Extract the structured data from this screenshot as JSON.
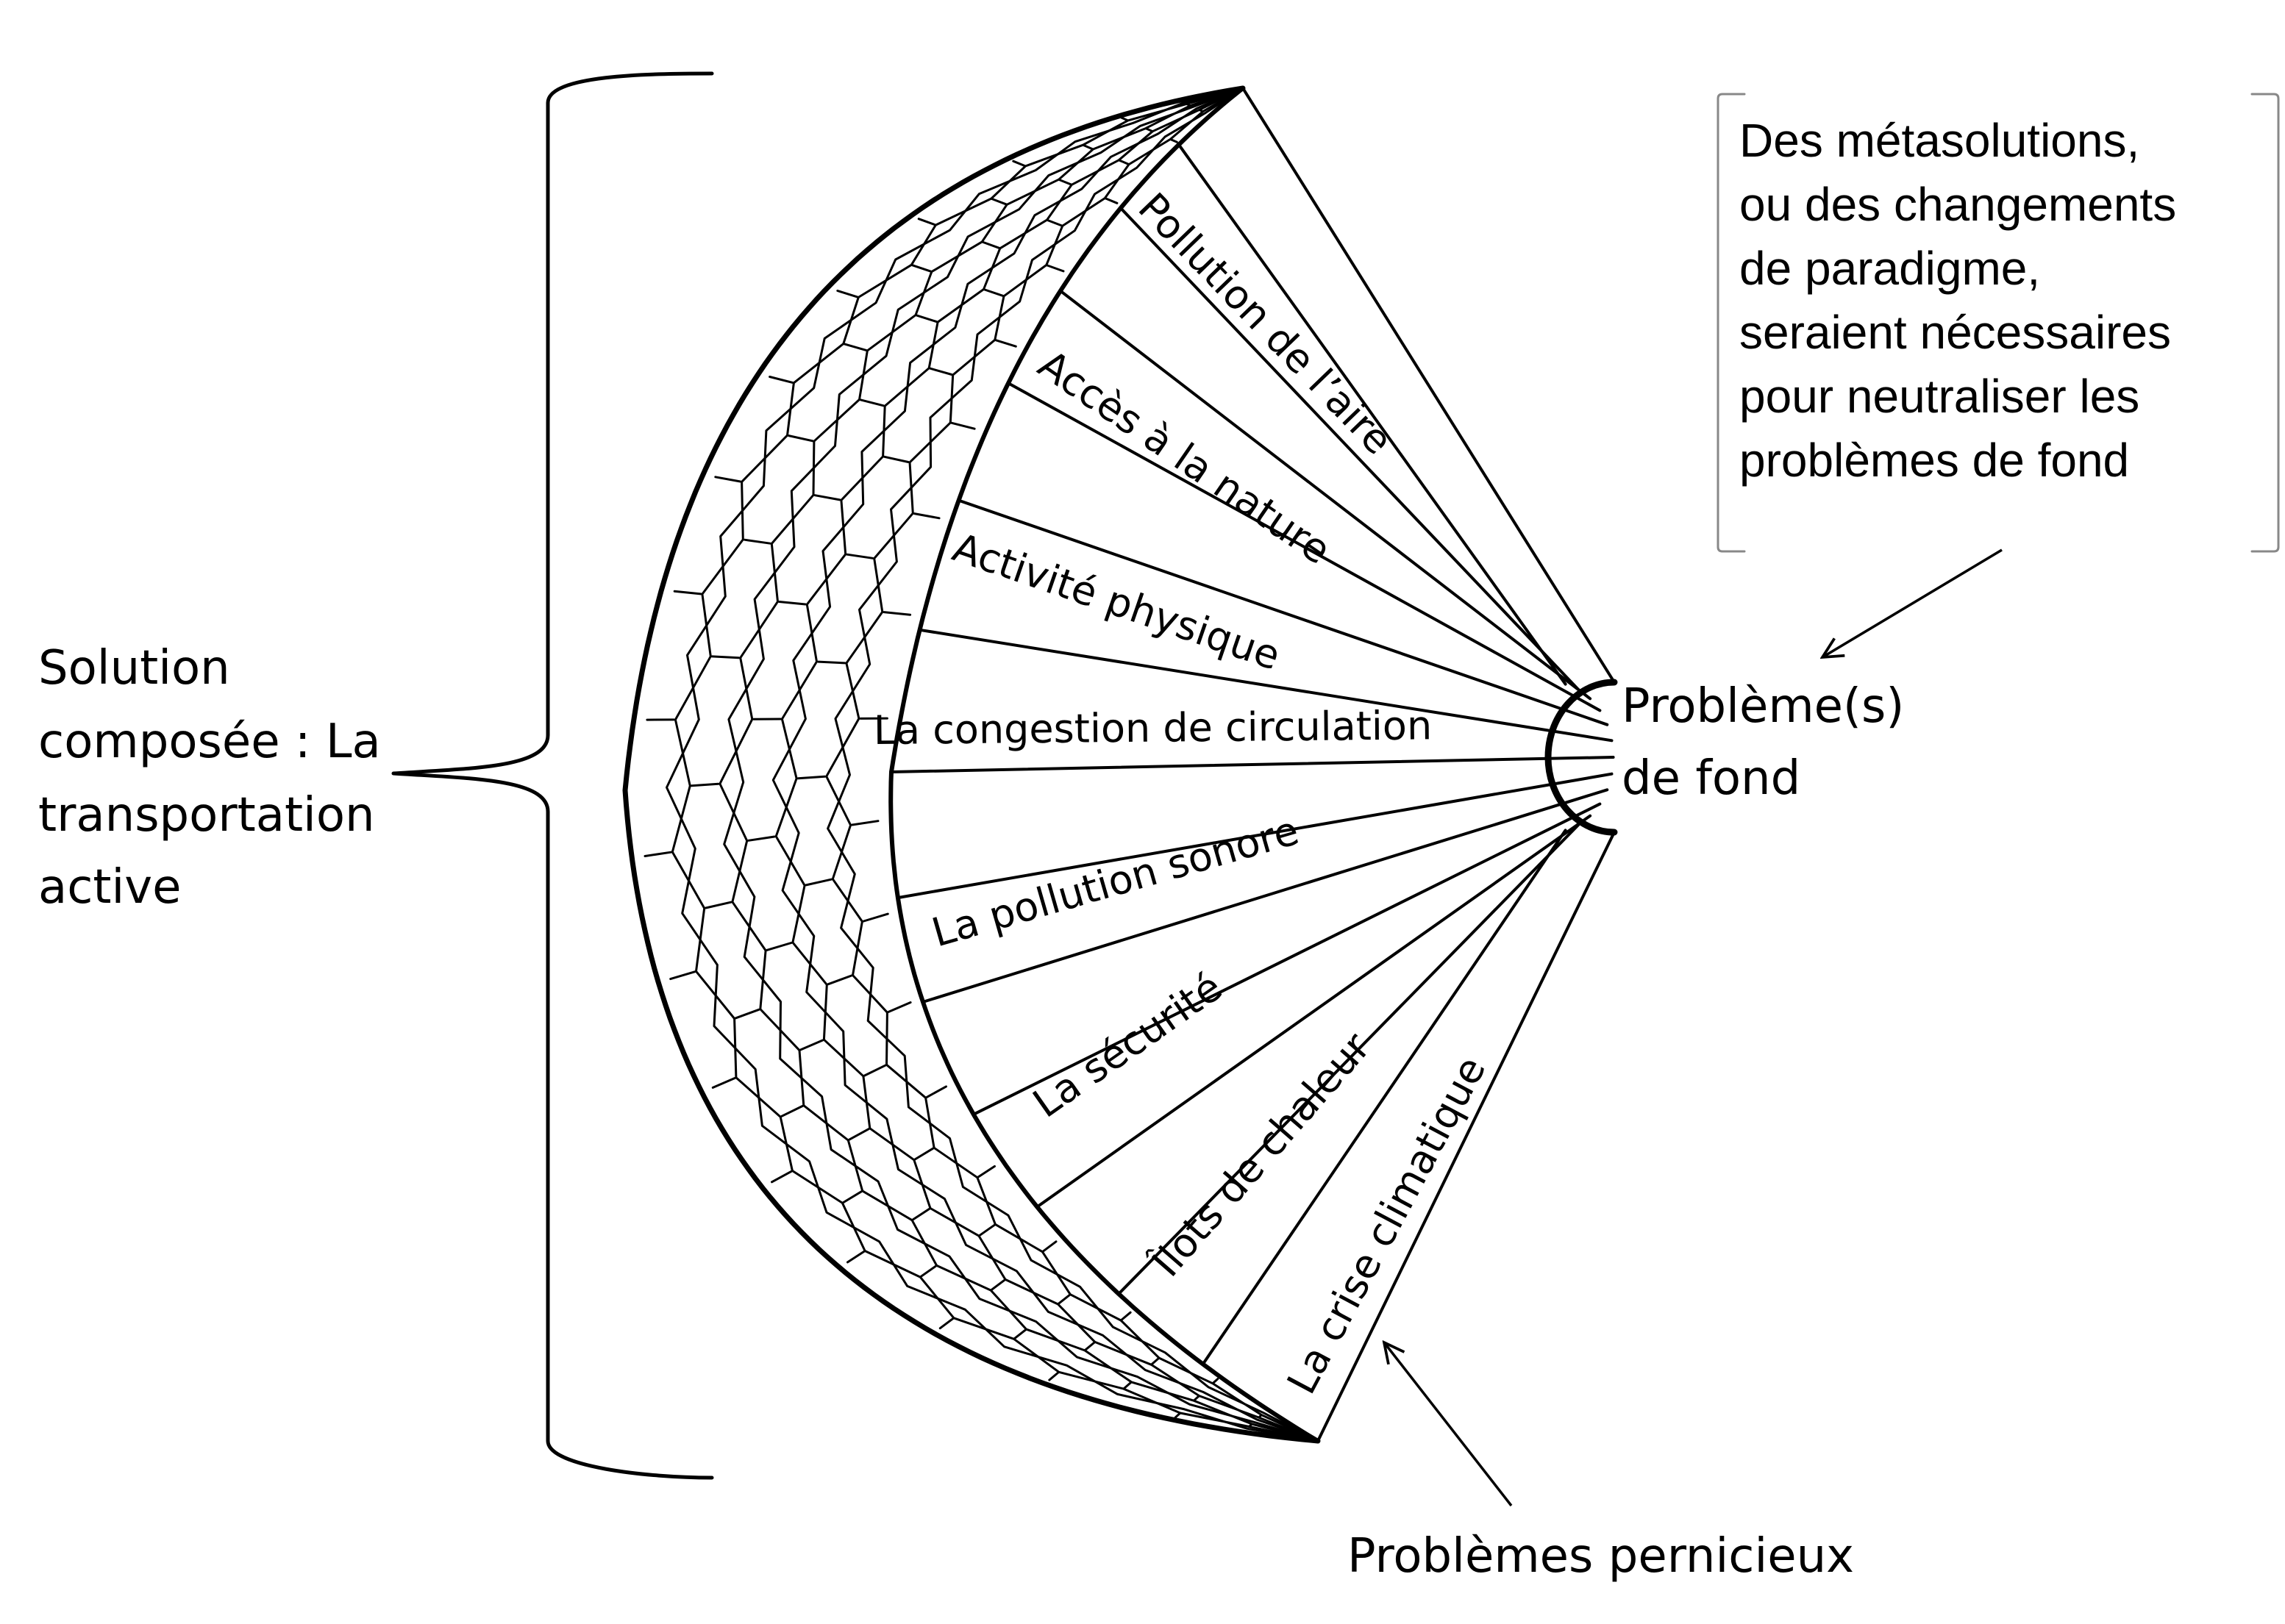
{
  "left_label": {
    "lines": [
      "Solution",
      "composée : La",
      "transportation",
      "active"
    ]
  },
  "problems": [
    "Pollution de l’aire",
    "Accès à la nature",
    "Activité physique",
    "La congestion de circulation",
    "La pollution sonore",
    "La sécurité",
    "Îlots de chaleur",
    "La crise climatique"
  ],
  "hub_label": {
    "lines": [
      "Problème(s)",
      "de fond"
    ]
  },
  "meta_box": {
    "lines": [
      "Des métasolutions,",
      "ou des changements",
      "de paradigme,",
      "seraient nécessaires",
      "pour neutraliser les",
      "problèmes de fond"
    ]
  },
  "bottom_label": "Problèmes pernicieux"
}
